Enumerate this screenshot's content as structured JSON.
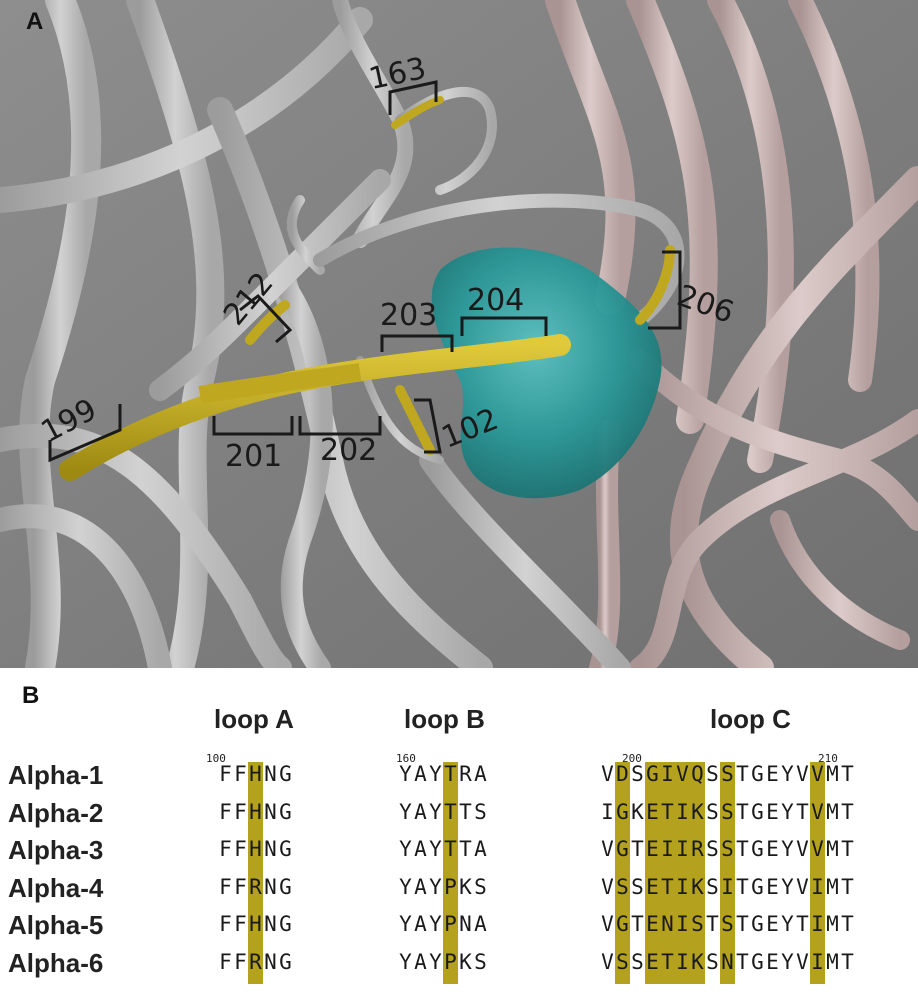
{
  "panel_a": {
    "label": "A",
    "residues": [
      "163",
      "212",
      "203",
      "204",
      "206",
      "199",
      "201",
      "202",
      "102"
    ],
    "colors": {
      "grey_chain": "#b8b8b8",
      "pink_chain": "#c9b6b5",
      "highlight": "#bfa81f",
      "ligand": "#2a9898"
    }
  },
  "panel_b": {
    "label": "B",
    "loops": [
      "loop A",
      "loop B",
      "loop C"
    ],
    "numbers": [
      "100",
      "160",
      "200",
      "210"
    ],
    "highlight_color": "#b4a21f",
    "rows": [
      {
        "name": "Alpha-1",
        "a": "FFHNG",
        "b": "YAYTRA",
        "c": "VDSGIVQSSTGEYVVMT"
      },
      {
        "name": "Alpha-2",
        "a": "FFHNG",
        "b": "YAYTTS",
        "c": "IGKETIKSSTGEYTVMT"
      },
      {
        "name": "Alpha-3",
        "a": "FFHNG",
        "b": "YAYTTA",
        "c": "VGTEIIRSSTGEYVVMT"
      },
      {
        "name": "Alpha-4",
        "a": "FFRNG",
        "b": "YAYPKS",
        "c": "VSSETIKSITGEYVIMT"
      },
      {
        "name": "Alpha-5",
        "a": "FFHNG",
        "b": "YAYPNA",
        "c": "VGTENISTSTGEYTIMT"
      },
      {
        "name": "Alpha-6",
        "a": "FFRNG",
        "b": "YAYPKS",
        "c": "VSSETIKSNTGEYVIMT"
      }
    ]
  }
}
